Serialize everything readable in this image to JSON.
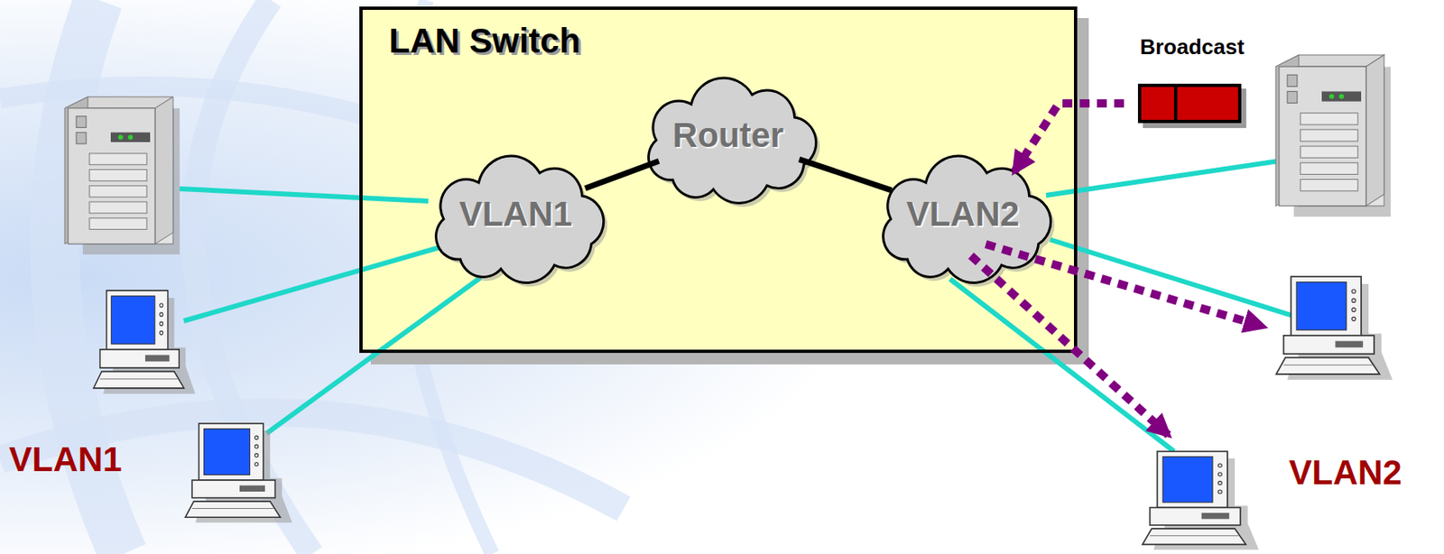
{
  "diagram": {
    "nodes": [
      {
        "text": [
          "LAN Switch"
        ]
      },
      {
        "text": [
          "VLAN1"
        ],
        "in": 0
      },
      {
        "text": [
          "Router"
        ],
        "in": 0
      },
      {
        "text": [
          "VLAN2"
        ],
        "in": 0
      },
      {
        "text": [
          "Broadcast"
        ]
      }
    ],
    "edges": [
      {
        "from": 1,
        "to": 2,
        "arrow": "none"
      },
      {
        "from": 2,
        "to": 3,
        "arrow": "none"
      },
      {
        "from": 4,
        "to": 3,
        "arrow": "to"
      }
    ],
    "labels": [
      "VLAN1",
      "VLAN2"
    ]
  }
}
